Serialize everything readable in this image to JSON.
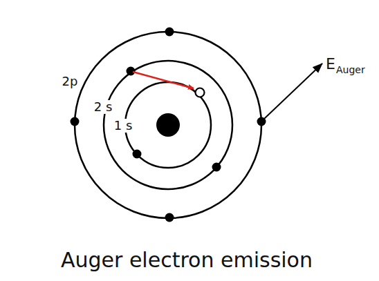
{
  "diagram": {
    "caption": "Auger electron emission",
    "labels": [
      "2p",
      "2 s",
      "1 s",
      "E",
      "Auger"
    ]
  }
}
